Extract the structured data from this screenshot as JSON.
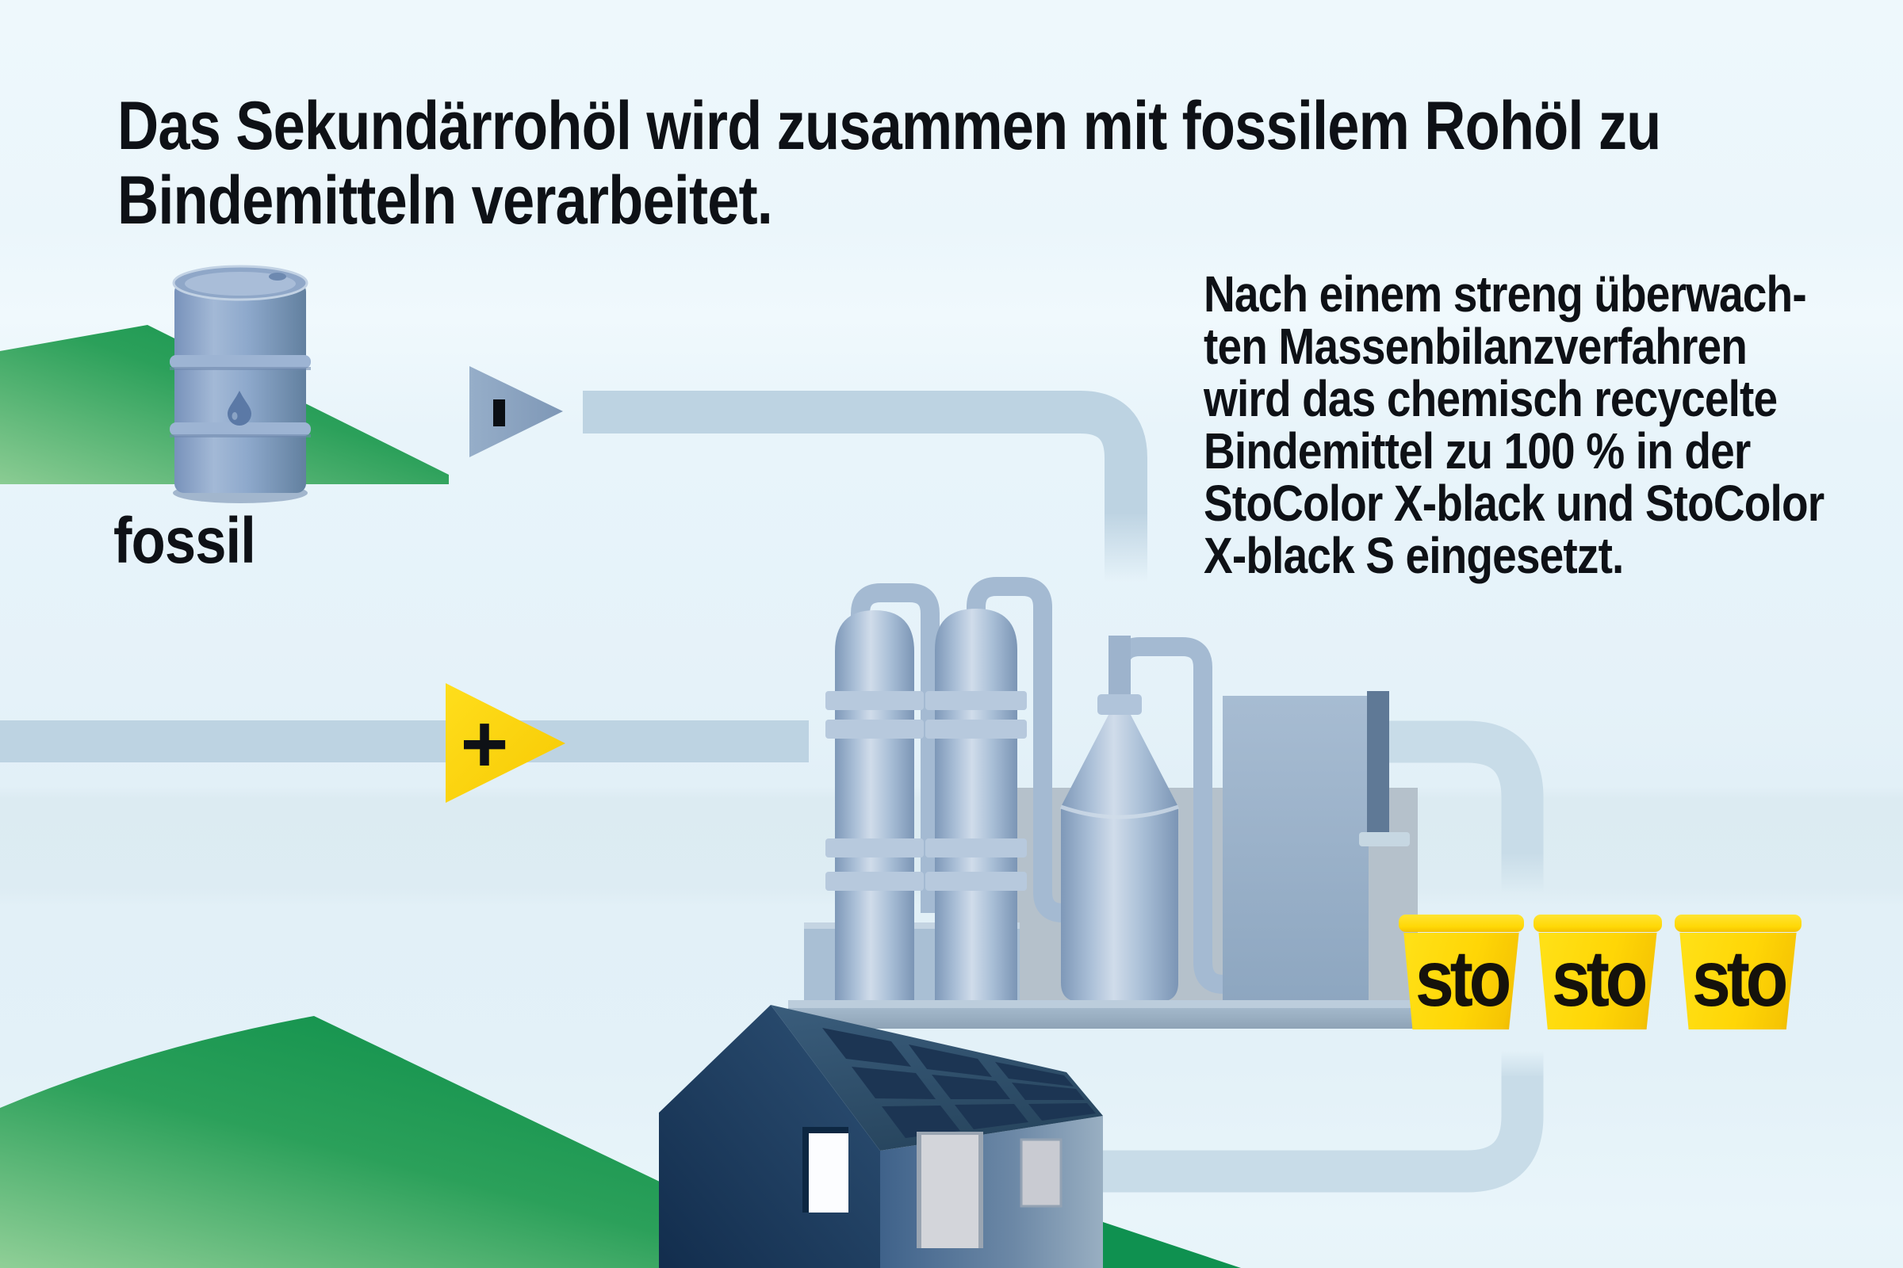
{
  "title": {
    "line1": "Das Sekundärrohöl wird zusammen mit fossilem Rohöl zu",
    "line2": "Bindemitteln verarbeitet."
  },
  "annotation": {
    "lines": [
      "Nach einem streng überwach-",
      "ten Massenbilanzverfahren",
      "wird das chemisch recycelte",
      "Bindemittel zu 100 % in der",
      "StoColor X-black und StoColor",
      "X-black S eingesetzt."
    ]
  },
  "labels": {
    "fossil_barrel": "fossil"
  },
  "arrows": {
    "plus_symbol": "+"
  },
  "buckets": {
    "brand": "sto",
    "count": 3
  },
  "colors": {
    "sto_yellow": "#FFD606",
    "arrow_yellow": "#FFD60E",
    "pipe_blue": "#BDD3E2",
    "pipe_blue_right": "#C8DCE8",
    "hill_green_dark": "#0C8F4A",
    "hill_green_light": "#8BCC93",
    "house_navy": "#1C3553",
    "refinery_blue": "#A8BED6",
    "barrel_blue": "#8FA7C8",
    "text_black": "#0E1116",
    "background_top": "#EEF8FC"
  }
}
